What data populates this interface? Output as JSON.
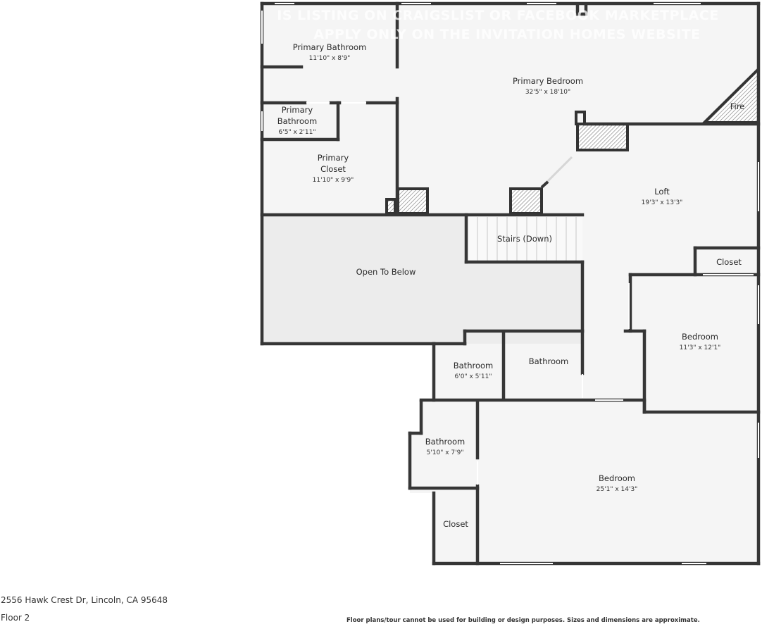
{
  "watermark": {
    "line1": "IS LISTING ON CRAIGSLIST OR FACEBOOK MARKETPLACE",
    "line2": "APPLY ONLY ON THE INVITATION HOMES WEBSITE"
  },
  "rooms": {
    "primary_bathroom": {
      "name": "Primary Bathroom",
      "dims": "11'10\" x 8'9\""
    },
    "primary_bedroom": {
      "name": "Primary Bedroom",
      "dims": "32'5\" x 18'10\""
    },
    "fireplace": {
      "name": "Fire"
    },
    "primary_bathroom_small": {
      "name_line1": "Primary",
      "name_line2": "Bathroom",
      "dims": "6'5\" x 2'11\""
    },
    "primary_closet": {
      "name_line1": "Primary",
      "name_line2": "Closet",
      "dims": "11'10\" x 9'9\""
    },
    "loft": {
      "name": "Loft",
      "dims": "19'3\" x 13'3\""
    },
    "stairs": {
      "name": "Stairs (Down)"
    },
    "open_to_below": {
      "name": "Open To Below"
    },
    "closet_right": {
      "name": "Closet"
    },
    "bedroom_right": {
      "name": "Bedroom",
      "dims": "11'3\" x 12'1\""
    },
    "bathroom_a": {
      "name": "Bathroom",
      "dims": "6'0\" x 5'11\""
    },
    "bathroom_b": {
      "name": "Bathroom"
    },
    "bathroom_c": {
      "name": "Bathroom",
      "dims": "5'10\" x 7'9\""
    },
    "bedroom_large": {
      "name": "Bedroom",
      "dims": "25'1\" x 14'3\""
    },
    "closet_bottom": {
      "name": "Closet"
    }
  },
  "footer": {
    "address": "2556 Hawk Crest Dr, Lincoln, CA 95648",
    "floor": "Floor 2",
    "disclaimer": "Floor plans/tour cannot be used for building or design purposes. Sizes and dimensions are approximate."
  }
}
